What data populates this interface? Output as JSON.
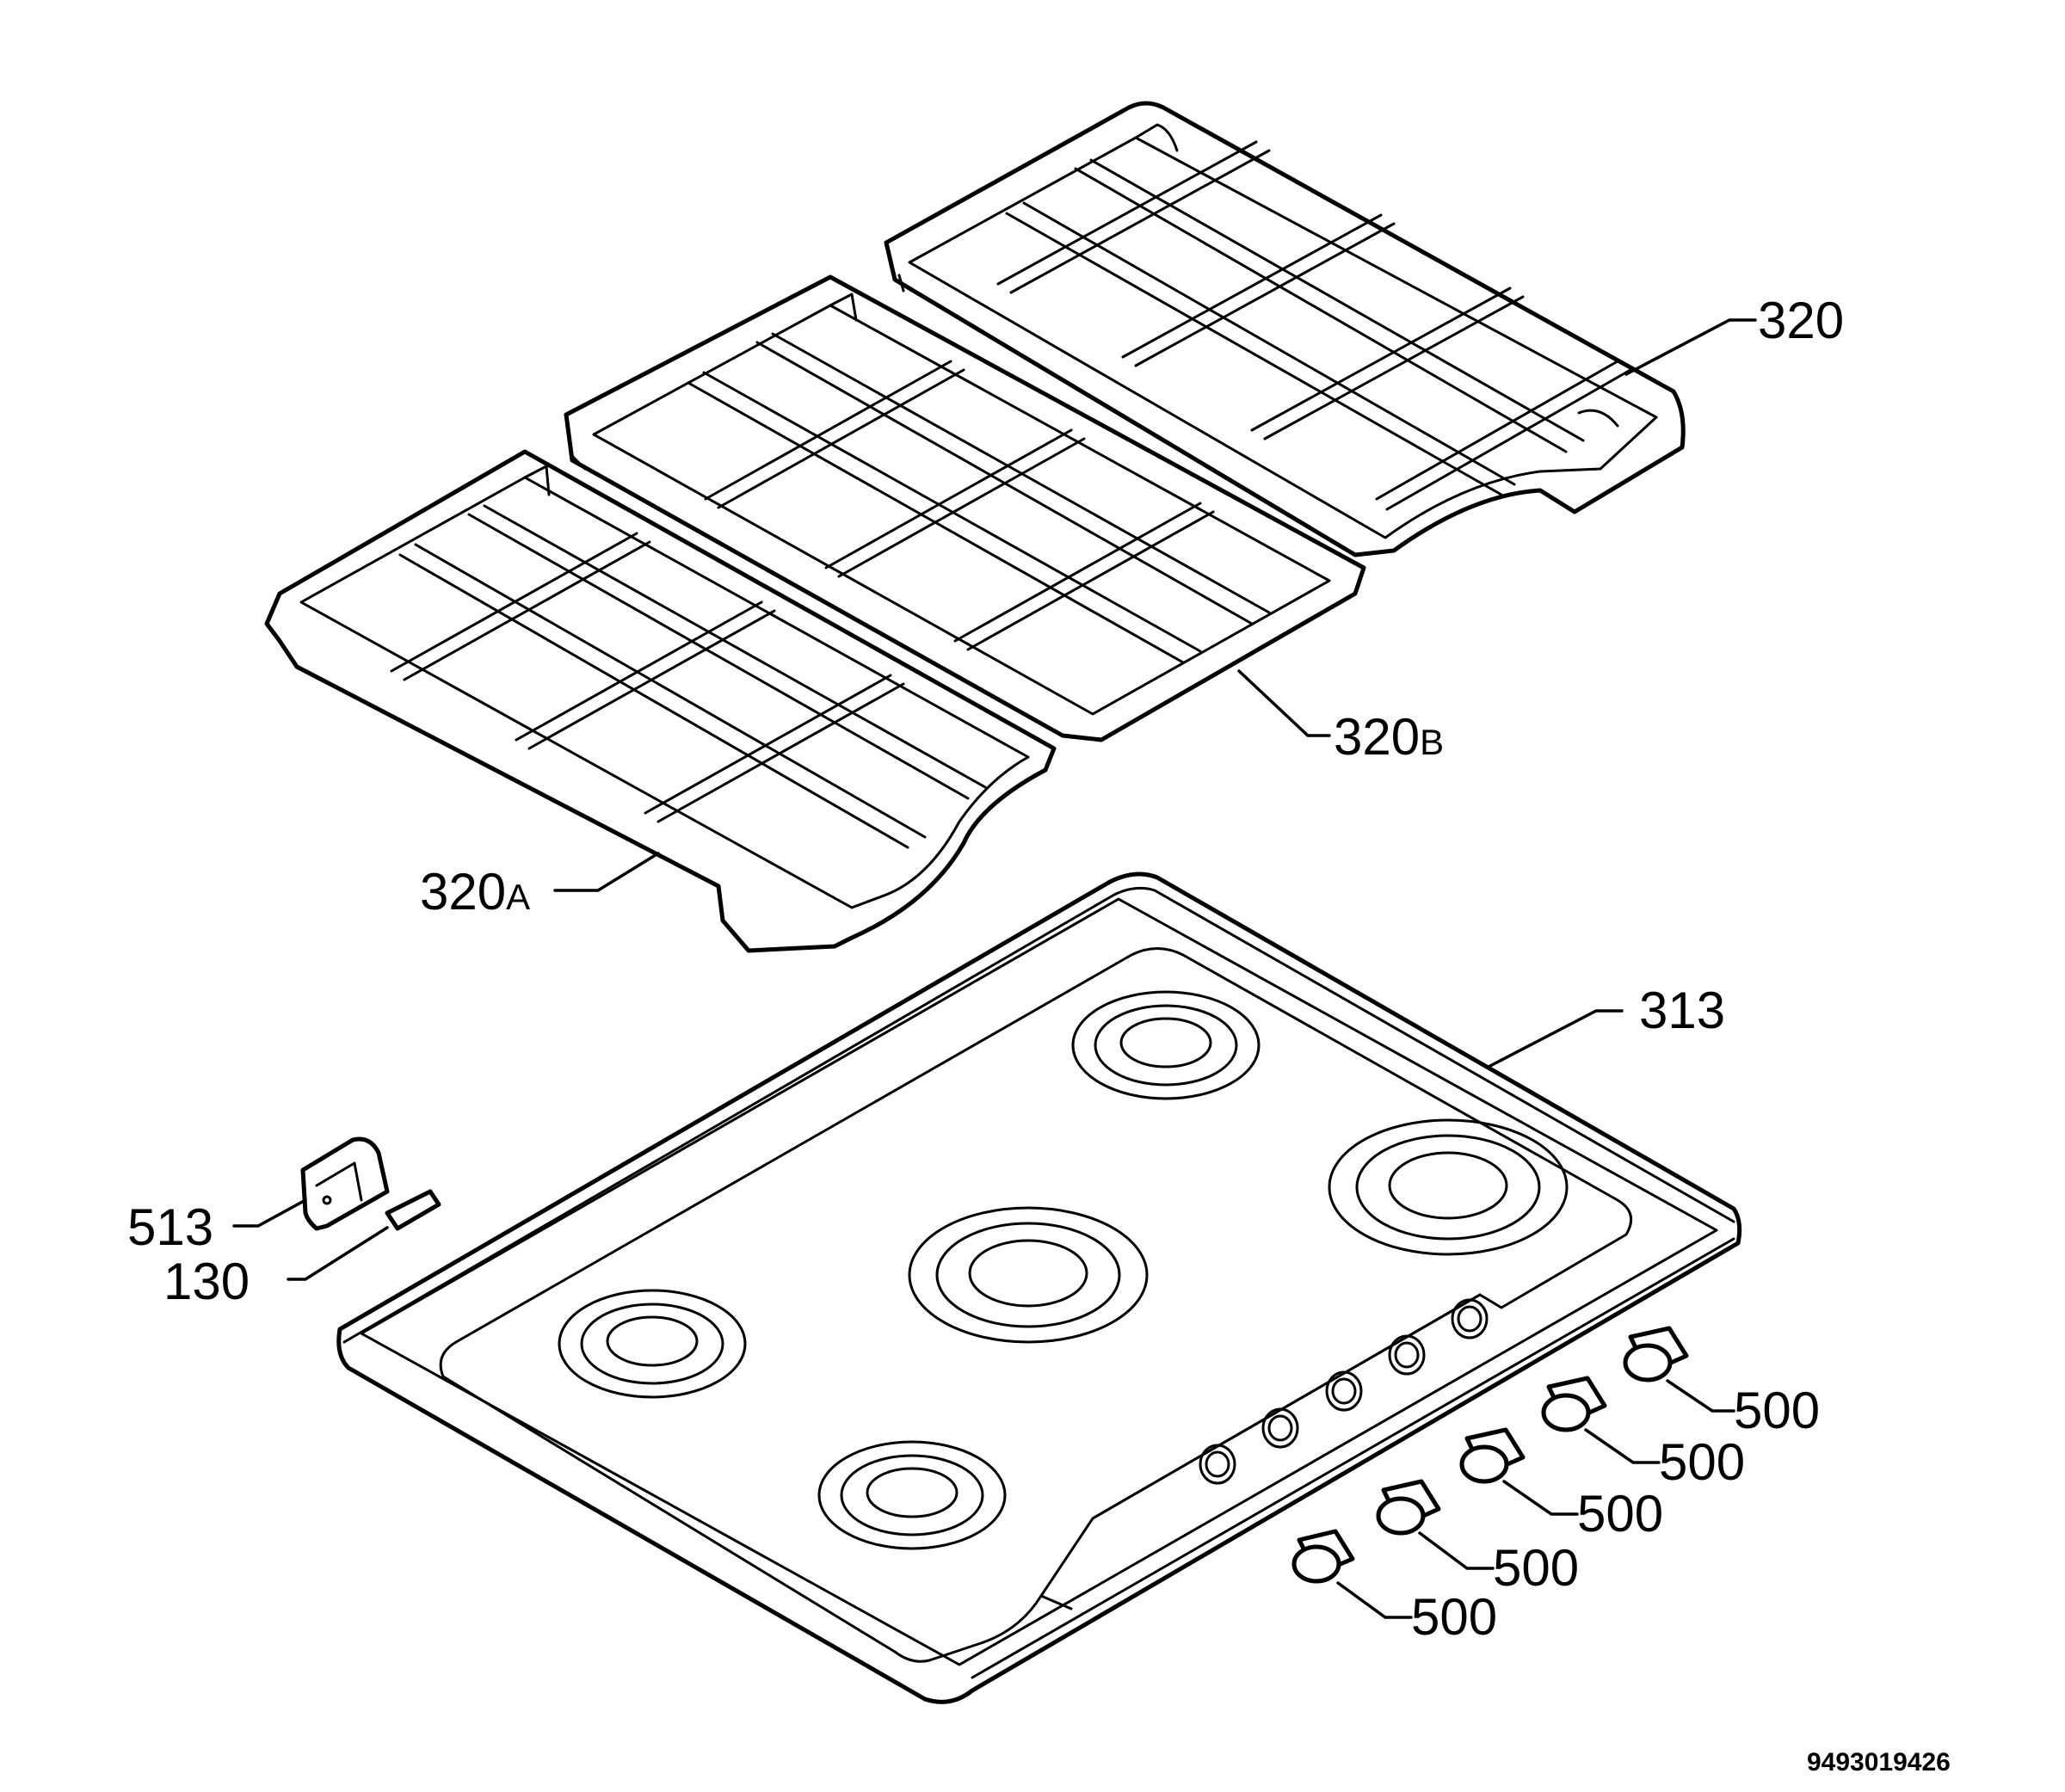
{
  "diagram": {
    "document_number": "9493019426",
    "callouts": {
      "grid_right": {
        "number": "320",
        "suffix": ""
      },
      "grid_middle": {
        "number": "320",
        "suffix": "B"
      },
      "grid_left": {
        "number": "320",
        "suffix": "A"
      },
      "hob_top": {
        "number": "313",
        "suffix": ""
      },
      "clip": {
        "number": "513",
        "suffix": ""
      },
      "spark_plug": {
        "number": "130",
        "suffix": ""
      },
      "knob_1": {
        "number": "500",
        "suffix": ""
      },
      "knob_2": {
        "number": "500",
        "suffix": ""
      },
      "knob_3": {
        "number": "500",
        "suffix": ""
      },
      "knob_4": {
        "number": "500",
        "suffix": ""
      },
      "knob_5": {
        "number": "500",
        "suffix": ""
      }
    }
  }
}
